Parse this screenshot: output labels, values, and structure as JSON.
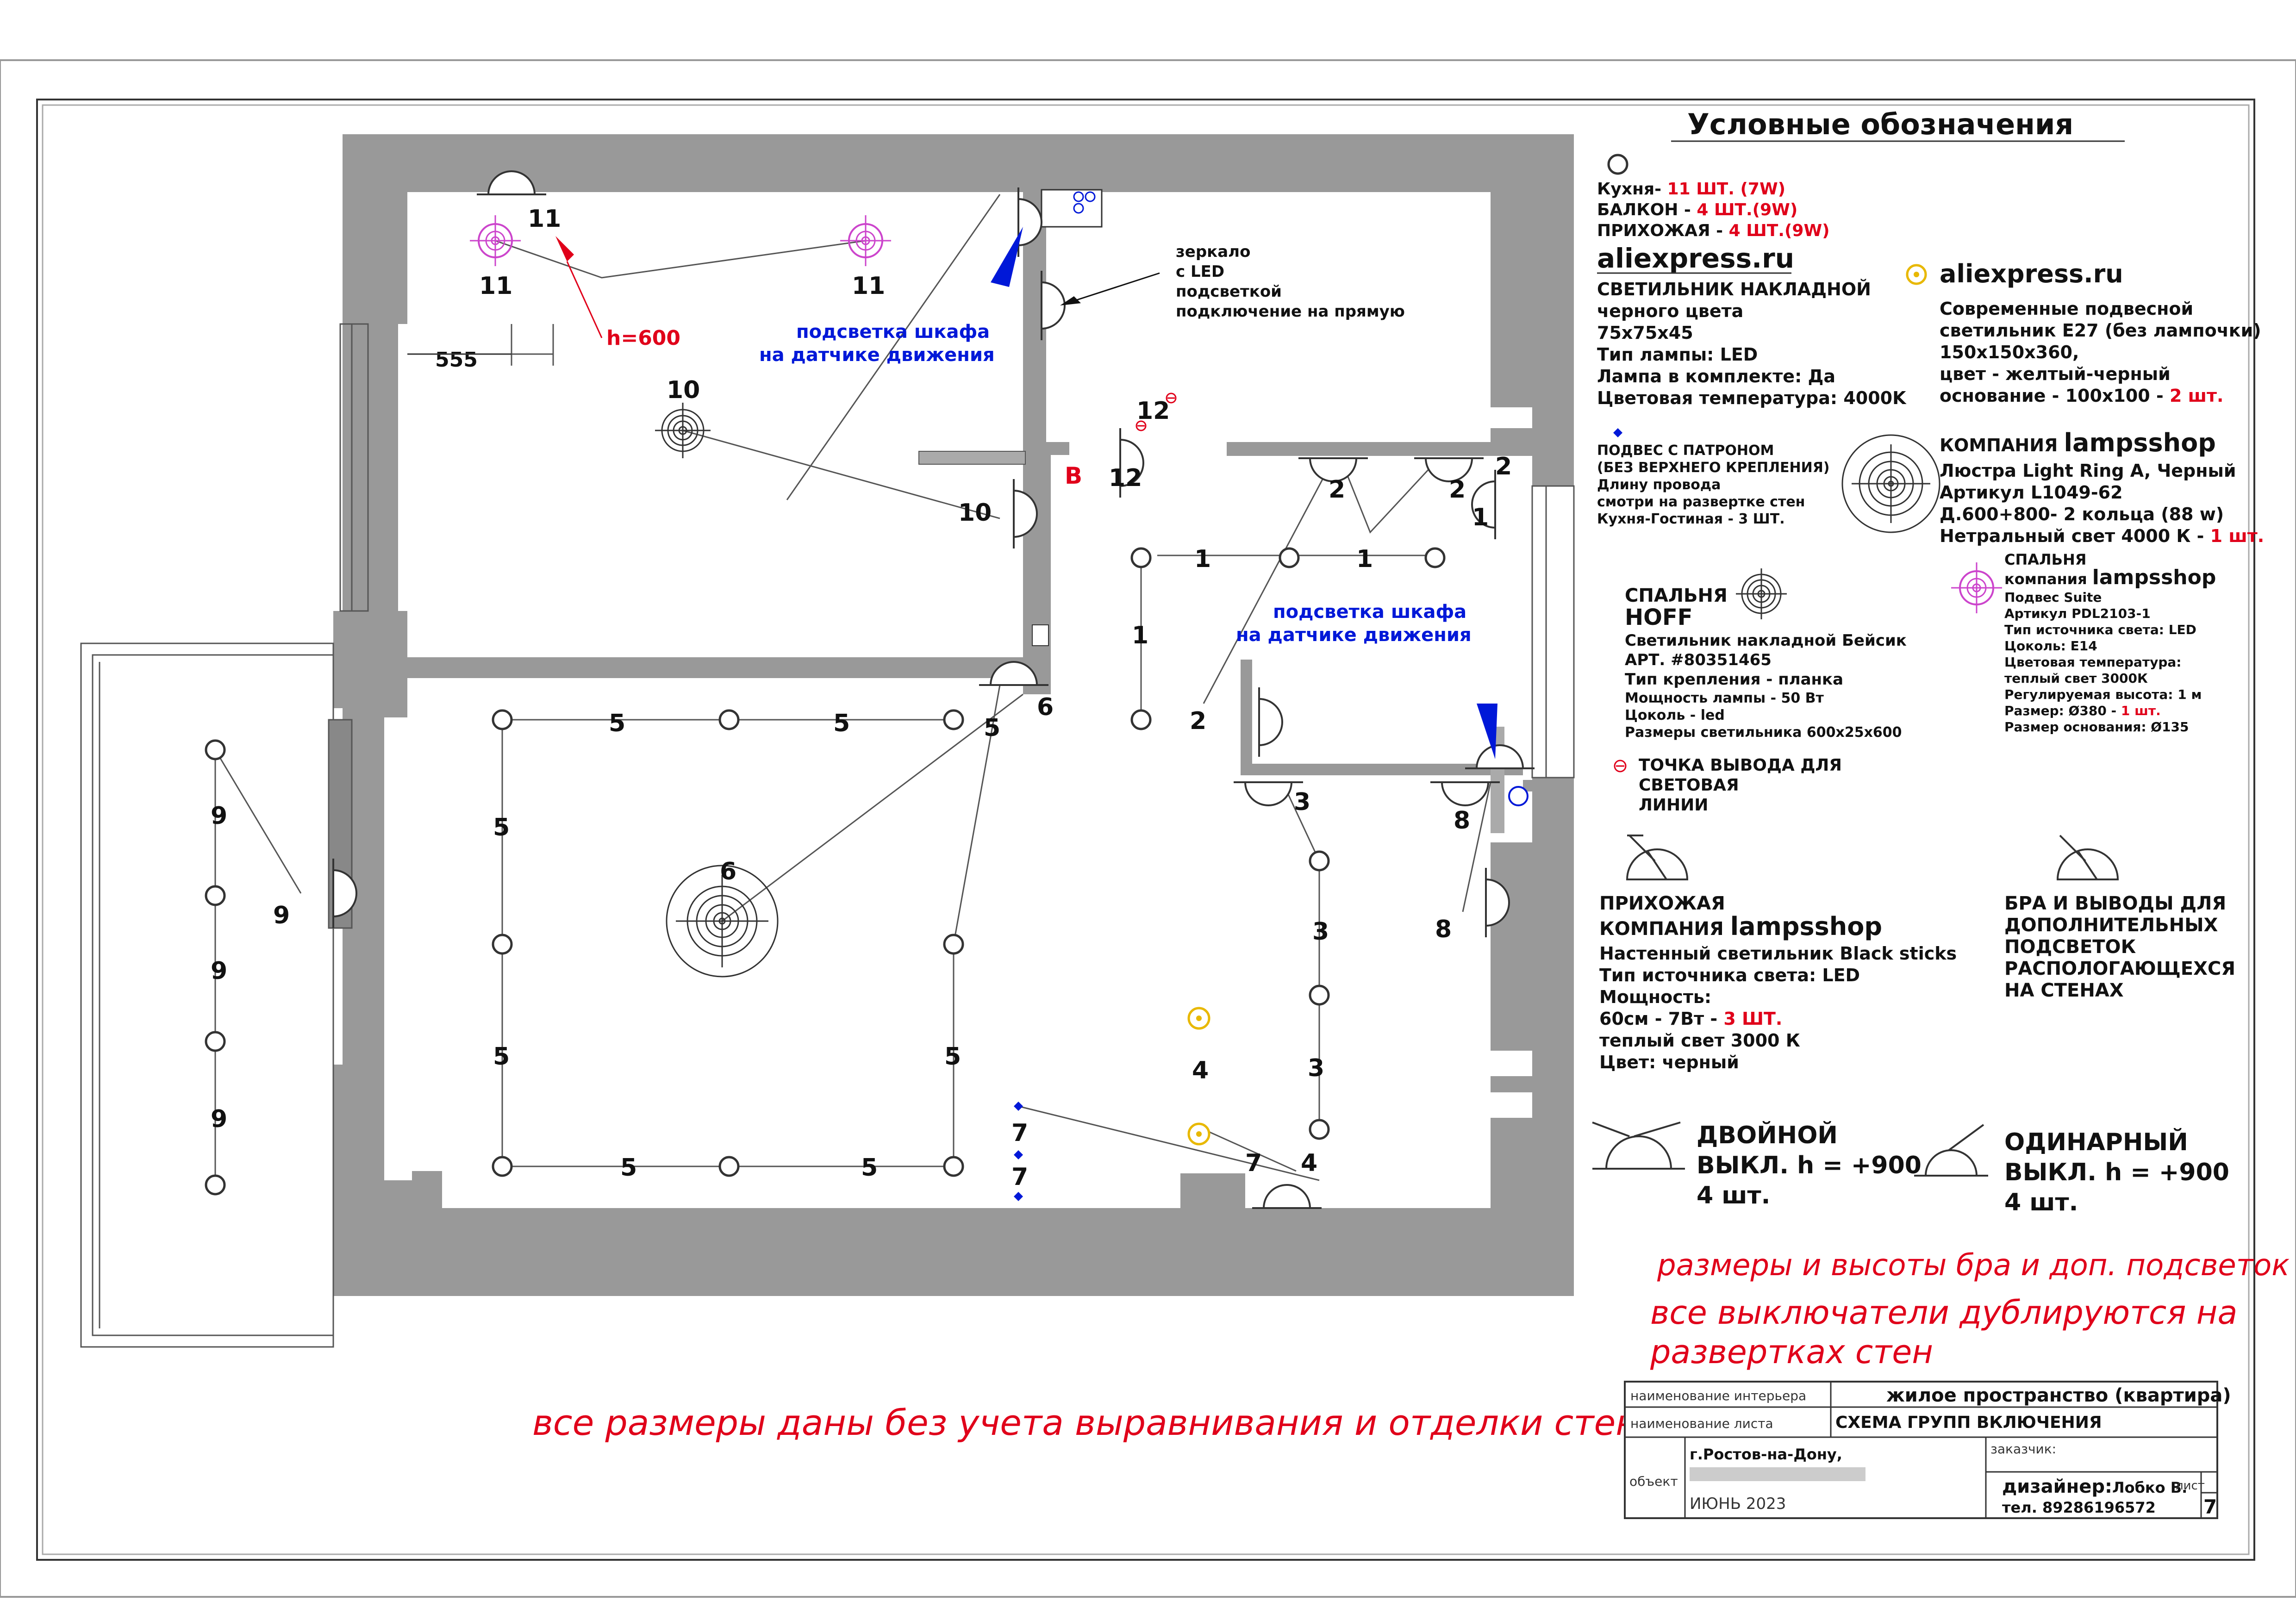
{
  "legend": {
    "title": "Условные обозначения",
    "spot": {
      "kitchen_prefix": "Кухня- ",
      "kitchen_count": "11 ШТ. (7W)",
      "balcony_prefix": "БАЛКОН - ",
      "balcony_count": "4 ШТ.(9W)",
      "hall_prefix": "ПРИХОЖАЯ - ",
      "hall_count": "4 ШТ.(9W)",
      "brand": "aliexpress.ru",
      "lines": [
        "СВЕТИЛЬНИК НАКЛАДНОЙ",
        "черного цвета",
        "75x75x45",
        "Тип лампы: LED",
        "Лампа в комплекте: Да",
        "Цветовая температура: 4000K"
      ]
    },
    "yellow": {
      "brand": "aliexpress.ru",
      "lines": [
        "Современные подвесной",
        "светильник E27 (без лампочки)",
        "150x150x360,",
        "цвет - желтый-черный"
      ],
      "last_prefix": "основание - 100x100 - ",
      "last_count": "2 шт."
    },
    "pendant": {
      "lines": [
        "ПОДВЕС С ПАТРОНОМ",
        "(БЕЗ ВЕРХНЕГО КРЕПЛЕНИЯ)"
      ],
      "red_lines": [
        "Длину провода",
        "смотри на развертке стен"
      ],
      "tail": "Кухня-Гостиная - 3 ШТ."
    },
    "chandelier": {
      "company_prefix": "КОМПАНИЯ ",
      "company": "lampsshop",
      "lines": [
        "Люстра Light Ring A, Черный",
        "Артикул L1049-62",
        "Д.600+800- 2 кольца (88 w)"
      ],
      "last_prefix": "Нетральный свет 4000 К - ",
      "last_count": "1 шт."
    },
    "bedroom_hoff": {
      "room": "СПАЛЬНЯ",
      "brand": "HOFF",
      "lines": [
        "Светильник накладной Бейсик",
        "АРТ. #80351465"
      ],
      "red_line": "Тип крепления - планка",
      "lines2": [
        "Мощность лампы - 50 Вт",
        "Цоколь - led",
        "Размеры светильника 600x25x600"
      ]
    },
    "bedroom_suite": {
      "room": "СПАЛЬНЯ",
      "company_prefix": "компания ",
      "company": "lampsshop",
      "lines": [
        "Подвес Suite",
        "Артикул PDL2103-1",
        "Тип источника света: LED",
        "Цоколь: E14",
        "Цветовая температура:",
        "теплый свет 3000К",
        "Регулируемая высота: 1 м"
      ],
      "size_prefix": "Размер: Ø380 - ",
      "size_count": "1 шт.",
      "base": "Размер основания: Ø135"
    },
    "output_point": [
      "ТОЧКА ВЫВОДА ДЛЯ",
      "СВЕТОВАЯ",
      "ЛИНИИ"
    ],
    "hall_sconce": {
      "room": "ПРИХОЖАЯ",
      "company_prefix": "КОМПАНИЯ ",
      "company": "lampsshop",
      "lines": [
        "Настенный светильник Black sticks",
        "Тип источника света: LED",
        "Мощность:"
      ],
      "power_prefix": "60см - 7Вт - ",
      "power_count": "3 ШТ.",
      "lines2": [
        "теплый свет 3000 К",
        "Цвет: черный"
      ]
    },
    "bra": [
      "БРА И ВЫВОДЫ ДЛЯ",
      "ДОПОЛНИТЕЛЬНЫХ",
      "ПОДСВЕТОК",
      "РАСПОЛОГАЮЩЕХСЯ",
      "НА СТЕНАХ"
    ],
    "double_switch": [
      "ДВОЙНОЙ",
      "ВЫКЛ. h = +900"
    ],
    "double_count": "4 шт.",
    "single_switch": [
      "ОДИНАРНЫЙ",
      "ВЫКЛ. h = +900"
    ],
    "single_count": "4 шт."
  },
  "notes": {
    "heights": "размеры и высоты бра и доп. подсветок",
    "switches": [
      "все выключатели дублируются на",
      "развертках стен"
    ],
    "dims": "все размеры даны без учета  выравнивания и отделки стен"
  },
  "plan_labels": {
    "mirror": [
      "зеркало",
      "с LED",
      "подсветкой",
      "подключение на прямую"
    ],
    "wardrobe_light": [
      "подсветка шкафа",
      "на датчике движения"
    ],
    "h600": "h=600",
    "dim555": "555",
    "b_letter": "В",
    "groups": [
      {
        "t": "11",
        "k": "g"
      },
      {
        "t": "11",
        "k": "g"
      },
      {
        "t": "11",
        "k": "g"
      },
      {
        "t": "10",
        "k": "g"
      },
      {
        "t": "10",
        "k": "g"
      },
      {
        "t": "12",
        "k": "g"
      },
      {
        "t": "12",
        "k": "g"
      },
      {
        "t": "2",
        "k": "g"
      },
      {
        "t": "2",
        "k": "g"
      },
      {
        "t": "2",
        "k": "g"
      },
      {
        "t": "2",
        "k": "g"
      },
      {
        "t": "1",
        "k": "g"
      },
      {
        "t": "1",
        "k": "g"
      },
      {
        "t": "1",
        "k": "g"
      },
      {
        "t": "1",
        "k": "g"
      },
      {
        "t": "5",
        "k": "g"
      },
      {
        "t": "5",
        "k": "g"
      },
      {
        "t": "5",
        "k": "g"
      },
      {
        "t": "5",
        "k": "g"
      },
      {
        "t": "5",
        "k": "g"
      },
      {
        "t": "5",
        "k": "g"
      },
      {
        "t": "5",
        "k": "g"
      },
      {
        "t": "5",
        "k": "g"
      },
      {
        "t": "6",
        "k": "g"
      },
      {
        "t": "6",
        "k": "g"
      },
      {
        "t": "9",
        "k": "g"
      },
      {
        "t": "9",
        "k": "g"
      },
      {
        "t": "9",
        "k": "g"
      },
      {
        "t": "9",
        "k": "g"
      },
      {
        "t": "7",
        "k": "g"
      },
      {
        "t": "7",
        "k": "g"
      },
      {
        "t": "7",
        "k": "g"
      },
      {
        "t": "4",
        "k": "g"
      },
      {
        "t": "4",
        "k": "g"
      },
      {
        "t": "3",
        "k": "g"
      },
      {
        "t": "3",
        "k": "g"
      },
      {
        "t": "3",
        "k": "g"
      },
      {
        "t": "8",
        "k": "g"
      },
      {
        "t": "8",
        "k": "g"
      }
    ]
  },
  "title_block": {
    "interior_label": "наименование интерьера",
    "interior_value": "жилое пространство (квартира)",
    "sheet_label": "наименование листа",
    "sheet_value": "СХЕМА ГРУПП ВКЛЮЧЕНИЯ",
    "object_label": "объект",
    "city": "г.Ростов-на-Дону,",
    "date": "ИЮНЬ 2023",
    "customer_label": "заказчик:",
    "designer_label": "дизайнер:",
    "designer_name": "Лобко В.",
    "phone": "тел. 89286196572",
    "sheet_no_label": "лист",
    "sheet_no": "7"
  },
  "colors": {
    "wall": "#999999",
    "accent_red": "#e0001a",
    "accent_blue": "#0018d8",
    "pink_fixture": "#cc44cc",
    "yellow_fixture": "#e8b800"
  }
}
